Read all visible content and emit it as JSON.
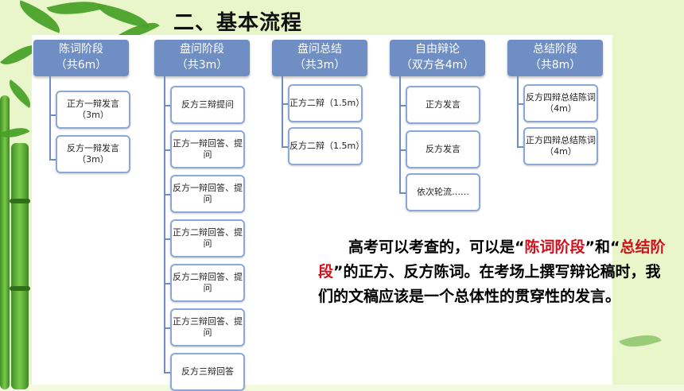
{
  "title": "二、基本流程",
  "stages": [
    {
      "name": "陈词阶段",
      "duration": "（共6m）",
      "items": [
        "正方一辩发言（3m）",
        "反方一辩发言（3m）"
      ]
    },
    {
      "name": "盘问阶段",
      "duration": "（共3m）",
      "items": [
        "反方三辩提问",
        "正方一辩回答、提问",
        "反方一辩回答、提问",
        "正方二辩回答、提问",
        "反方二辩回答、提问",
        "正方三辩回答、提问",
        "反方三辩回答"
      ]
    },
    {
      "name": "盘问总结",
      "duration": "（共3m）",
      "items": [
        "正方二辩（1.5m）",
        "反方二辩（1.5m）"
      ]
    },
    {
      "name": "自由辩论",
      "duration": "（双方各4m）",
      "items": [
        "正方发言",
        "反方发言",
        "依次轮流……"
      ]
    },
    {
      "name": "总结阶段",
      "duration": "（共8m）",
      "items": [
        "反方四辩总结陈词（4m）",
        "正方四辩总结陈词（4m）"
      ]
    }
  ],
  "note": {
    "part1": "高考可以考查的，可以是“",
    "hl1": "陈词阶段",
    "part2": "”和“",
    "hl2": "总结阶段",
    "part3": "”的正方、反方陈词。在考场上撰写辩论稿时，我们的文稿应该是一个总体性的贯穿性的发言。"
  },
  "colors": {
    "header": "#6f8fc4",
    "highlight": "#d0101a",
    "bamboo": "#4aa12a"
  }
}
